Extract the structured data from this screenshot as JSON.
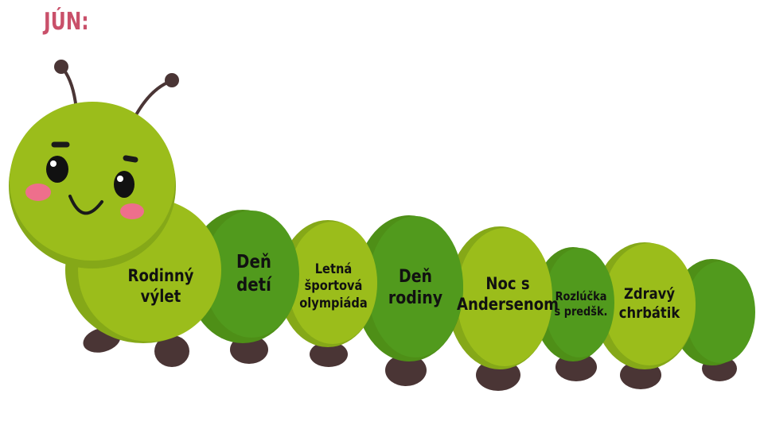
{
  "title": "JÚN:",
  "colors": {
    "title": "#c9506a",
    "light_green": "#9bbd1b",
    "mid_green": "#6f9d18",
    "dark_green": "#519a1d",
    "leg": "#4a3535",
    "cheek": "#ee6f8c"
  },
  "segments": [
    {
      "label": "Rodinný výlet"
    },
    {
      "label": "Deň detí"
    },
    {
      "label": "Letná športová olympiáda"
    },
    {
      "label": "Deň rodiny"
    },
    {
      "label": "Noc s Andersenom"
    },
    {
      "label": "Rozlúčka s predšk."
    },
    {
      "label": "Zdravý chrbátik"
    }
  ]
}
